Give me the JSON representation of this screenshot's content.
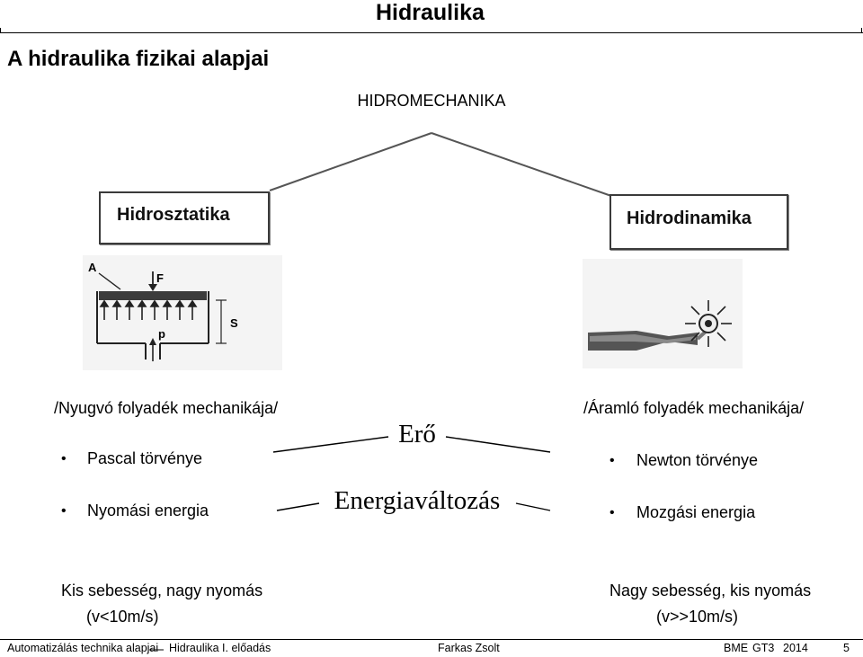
{
  "header": {
    "title": "Hidraulika"
  },
  "section_title": "A hidraulika fizikai alapjai",
  "diagram": {
    "root": "HIDROMECHANIKA",
    "left_box": "Hidrosztatika",
    "right_box": "Hidrodinamika",
    "left_figure_labels": {
      "area": "A",
      "force": "F",
      "stroke": "S",
      "pressure": "p"
    }
  },
  "left_column": {
    "subtitle": "/Nyugvó folyadék mechanikája/",
    "items": [
      "Pascal törvénye",
      "Nyomási energia"
    ],
    "note_line1": "Kis sebesség, nagy nyomás",
    "note_line2": "(v<10m/s)"
  },
  "right_column": {
    "subtitle": "/Áramló folyadék mechanikája/",
    "items": [
      "Newton törvénye",
      "Mozgási energia"
    ],
    "note_line1": "Nagy sebesség, kis nyomás",
    "note_line2": "(v>>10m/s)"
  },
  "center": {
    "upper": "Erő",
    "lower": "Energiaváltozás"
  },
  "footer": {
    "course": "Automatizálás technika alapjai",
    "lecture": "Hidraulika I. előadás",
    "author": "Farkas Zsolt",
    "institution": "BME",
    "group": "GT3",
    "year": "2014",
    "page": "5"
  }
}
